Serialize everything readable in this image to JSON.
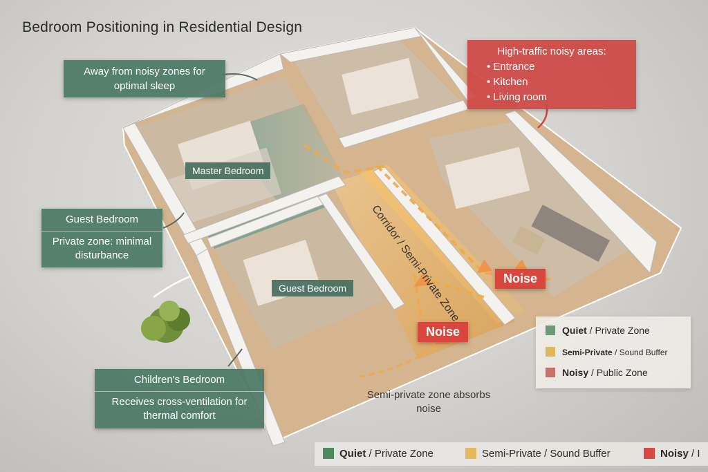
{
  "title": "Bedroom Positioning in Residential Design",
  "callouts": {
    "away_from_noise": "Away from noisy zones for optimal sleep",
    "noisy_header": "High-traffic noisy areas:",
    "noisy_items": [
      "Entrance",
      "Kitchen",
      "Living room"
    ],
    "guest_title": "Guest Bedroom",
    "guest_desc": "Private zone: minimal disturbance",
    "children_title": "Children's Bedroom",
    "children_desc": "Receives cross-ventilation for thermal comfort",
    "semi_private_note": "Semi-private zone absorbs noise"
  },
  "rooms": {
    "master": "Master Bedroom",
    "guest": "Guest Bedroom"
  },
  "corridor_label": "Corridor / Semi-Private Zone",
  "noise_labels": [
    "Noise",
    "Noise"
  ],
  "legend": {
    "quiet": {
      "bold": "Quiet",
      "rest": " / Private Zone",
      "color": "#6f9a7a"
    },
    "semi": {
      "bold": "Semi-Private",
      "rest": " / Sound Buffer",
      "color": "#e0b85a"
    },
    "noisy": {
      "bold": "Noisy",
      "rest": " / Public Zone",
      "color": "#c9706a"
    }
  },
  "bottom_legend": {
    "quiet": {
      "bold": "Quiet",
      "rest": " / Private Zone",
      "color": "#4f8a5e"
    },
    "semi": {
      "text": "Semi-Private / Sound Buffer",
      "color": "#e3b95c"
    },
    "noisy": {
      "bold": "Noisy",
      "rest": " / I",
      "color": "#d64a42"
    }
  },
  "colors": {
    "quiet": "#4a7864",
    "noise": "#ce4644",
    "buffer": "#f0a94a"
  }
}
